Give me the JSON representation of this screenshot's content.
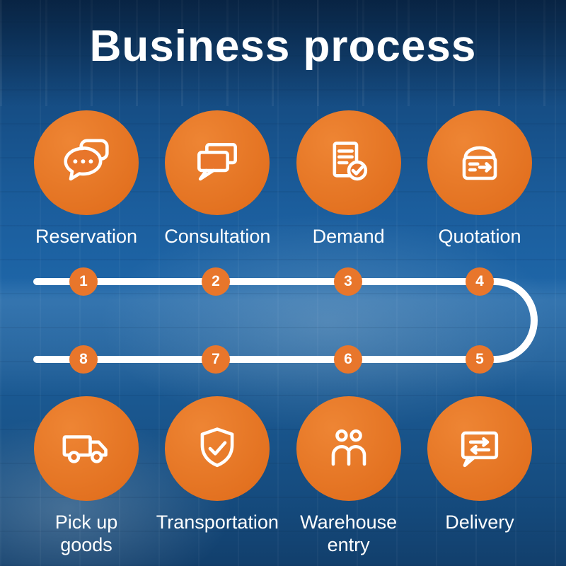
{
  "title": "Business process",
  "colors": {
    "accent_orange": "#E8762B",
    "background_blue": "#1D5F9C",
    "line_white": "#FFFFFF"
  },
  "top_steps": [
    {
      "num": "1",
      "label": "Reservation",
      "icon": "chat-dots-icon"
    },
    {
      "num": "2",
      "label": "Consultation",
      "icon": "overlapping-messages-icon"
    },
    {
      "num": "3",
      "label": "Demand",
      "icon": "document-check-icon"
    },
    {
      "num": "4",
      "label": "Quotation",
      "icon": "parcel-arrow-icon"
    }
  ],
  "bottom_steps": [
    {
      "num": "8",
      "label": "Pick up\ngoods",
      "icon": "truck-icon"
    },
    {
      "num": "7",
      "label": "Transportation",
      "icon": "shield-check-icon"
    },
    {
      "num": "6",
      "label": "Warehouse\nentry",
      "icon": "handshake-people-icon"
    },
    {
      "num": "5",
      "label": "Delivery",
      "icon": "message-transfer-icon"
    }
  ]
}
